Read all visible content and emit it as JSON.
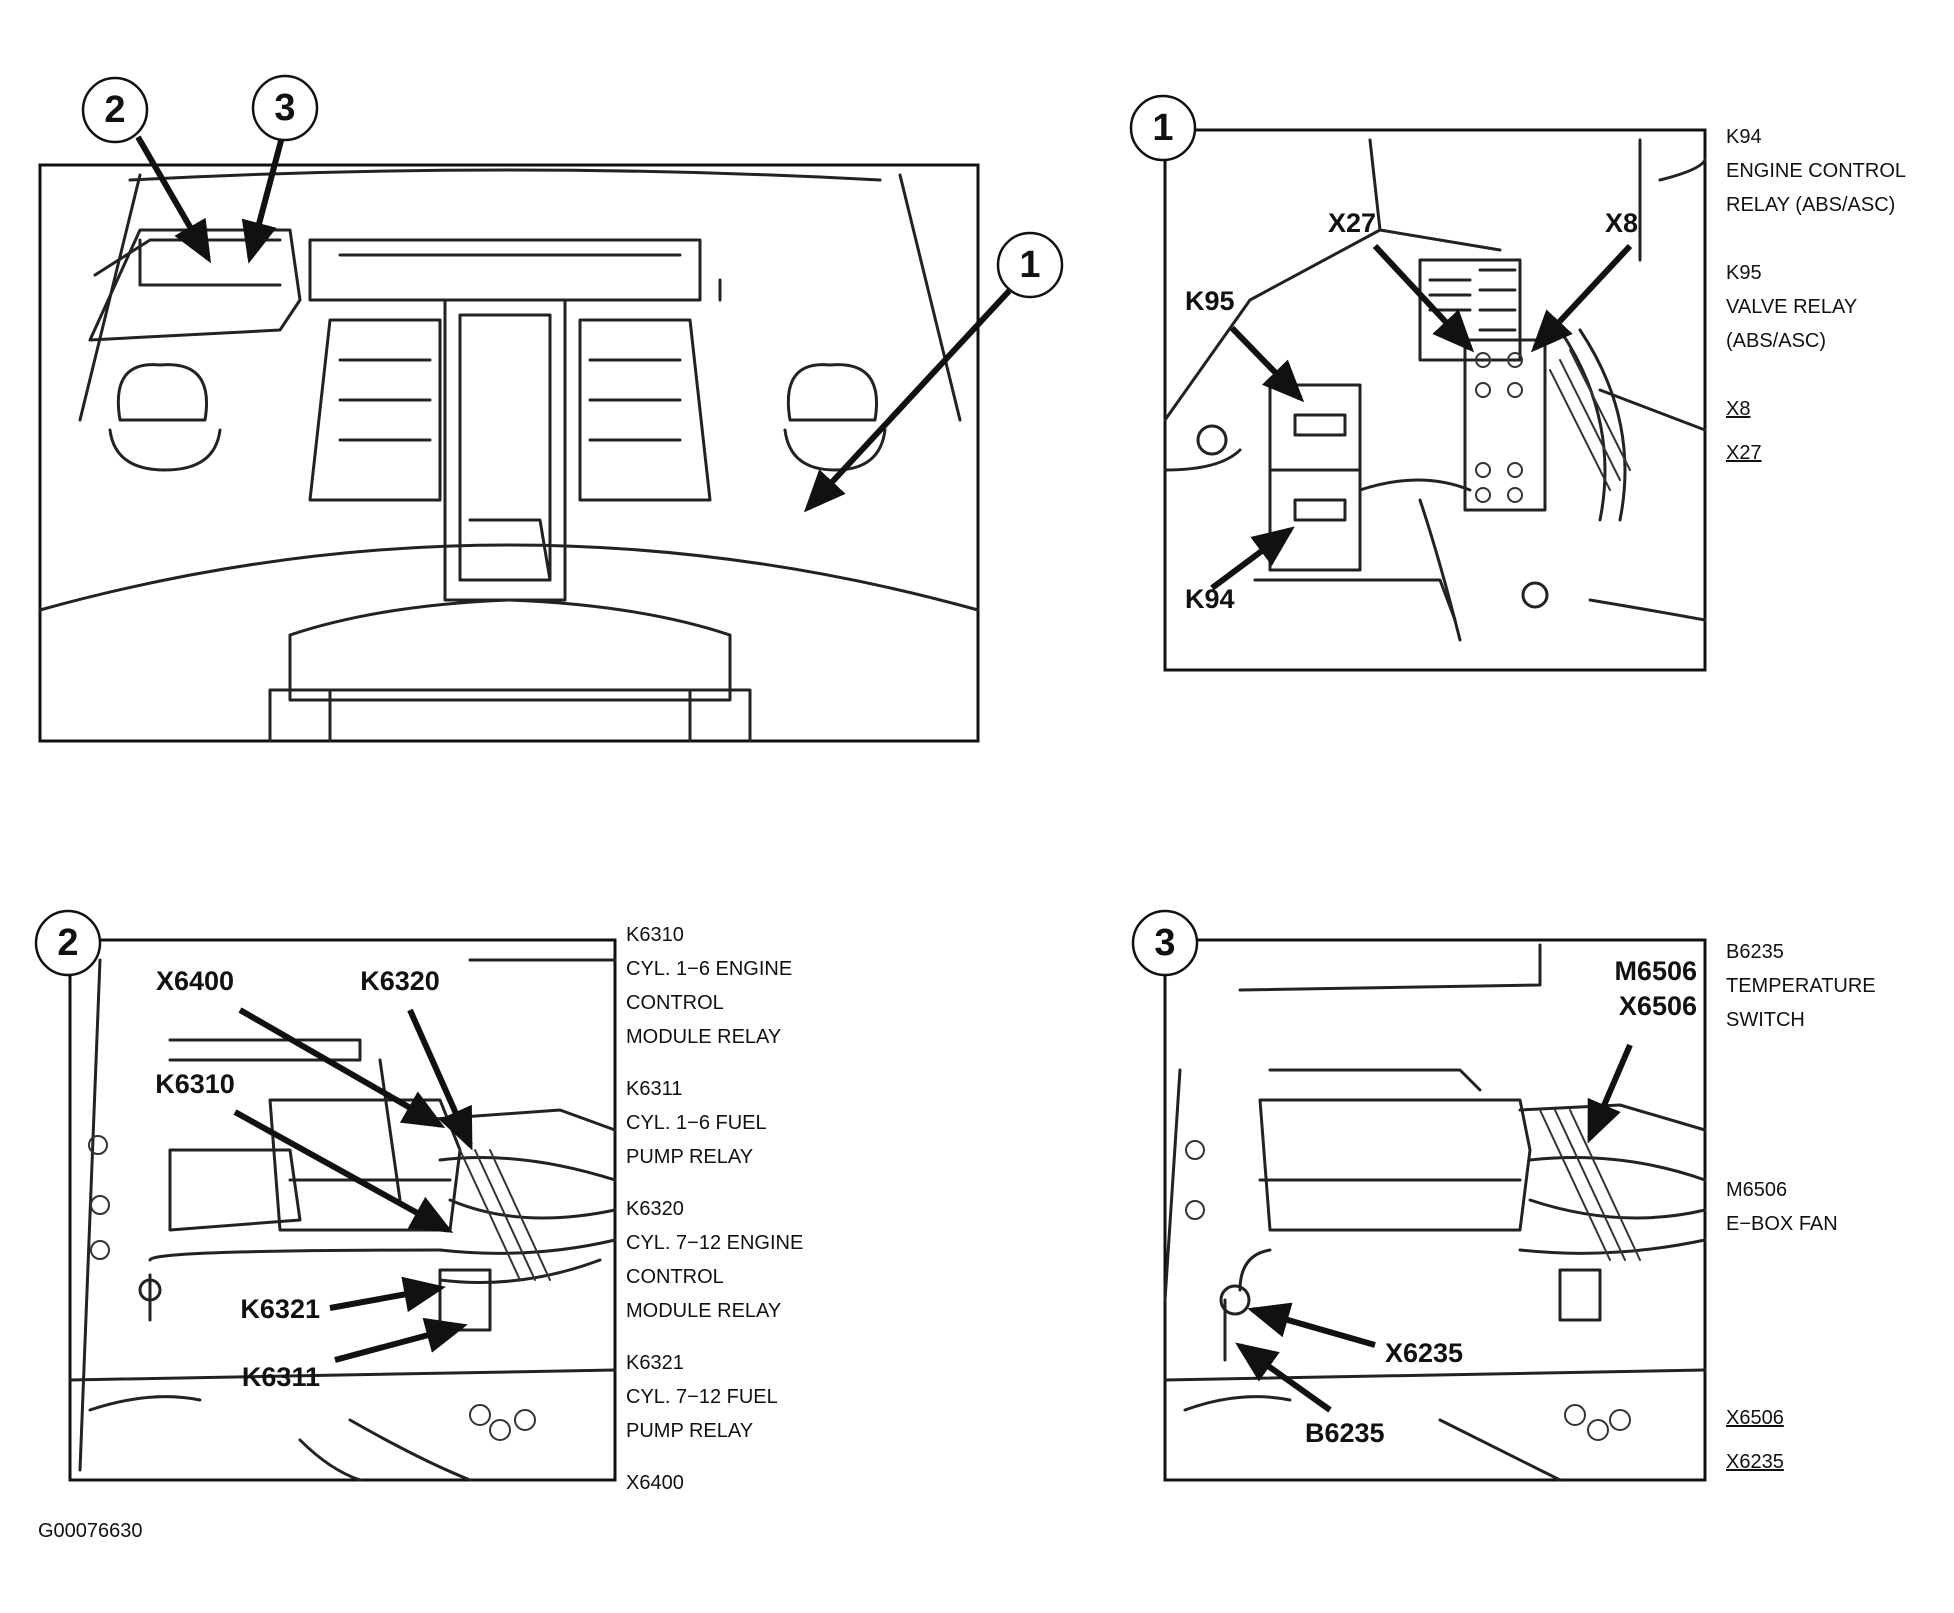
{
  "panel_main": {
    "callouts": [
      "1",
      "2",
      "3"
    ]
  },
  "panel_1": {
    "callout": "1",
    "labels": {
      "k95": "K95",
      "k94": "K94",
      "x27": "X27",
      "x8": "X8"
    },
    "legend": [
      "K94",
      "ENGINE CONTROL",
      "RELAY (ABS/ASC)",
      "K95",
      "VALVE RELAY",
      "(ABS/ASC)",
      "X8",
      "X27"
    ]
  },
  "panel_2": {
    "callout": "2",
    "labels": {
      "x6400": "X6400",
      "k6320": "K6320",
      "k6310": "K6310",
      "k6321": "K6321",
      "k6311": "K6311"
    },
    "legend": [
      "K6310",
      "CYL. 1−6 ENGINE",
      "CONTROL",
      "MODULE RELAY",
      "K6311",
      "CYL. 1−6 FUEL",
      "PUMP RELAY",
      "K6320",
      "CYL. 7−12 ENGINE",
      "CONTROL",
      "MODULE RELAY",
      "K6321",
      "CYL. 7−12 FUEL",
      "PUMP RELAY",
      "X6400"
    ]
  },
  "panel_3": {
    "callout": "3",
    "labels": {
      "m6506": "M6506",
      "x6506": "X6506",
      "x6235": "X6235",
      "b6235": "B6235"
    },
    "legend": [
      "B6235",
      "TEMPERATURE",
      "SWITCH",
      "M6506",
      "E−BOX FAN",
      "X6506",
      "X6235"
    ]
  },
  "figure_code": "G00076630"
}
